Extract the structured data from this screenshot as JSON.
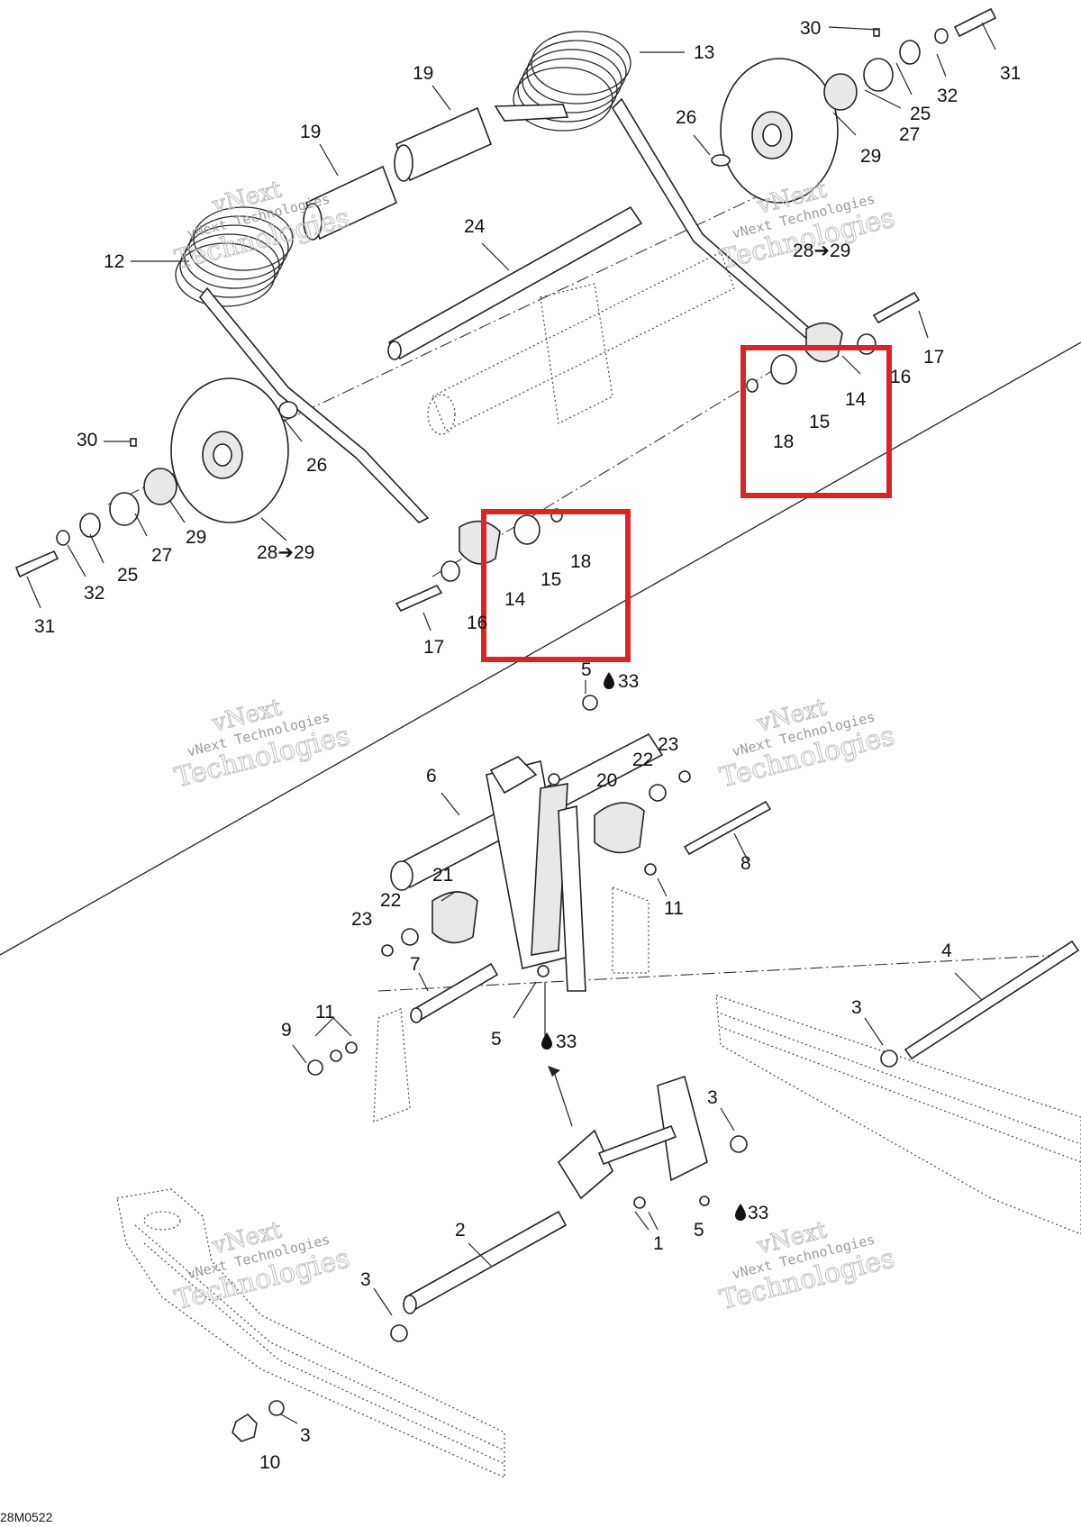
{
  "diagram": {
    "reference_code": "28M0522",
    "watermark": {
      "brand": "vNext",
      "lines": [
        "vNext Technologies",
        "Technologies"
      ]
    },
    "labels": [
      {
        "id": "l30a",
        "text": "30"
      },
      {
        "id": "l31a",
        "text": "31"
      },
      {
        "id": "l32a",
        "text": "32"
      },
      {
        "id": "l25a",
        "text": "25"
      },
      {
        "id": "l27a",
        "text": "27"
      },
      {
        "id": "l29a",
        "text": "29"
      },
      {
        "id": "l13",
        "text": "13"
      },
      {
        "id": "l19a",
        "text": "19"
      },
      {
        "id": "l19b",
        "text": "19"
      },
      {
        "id": "l26a",
        "text": "26"
      },
      {
        "id": "l12",
        "text": "12"
      },
      {
        "id": "l24",
        "text": "24"
      },
      {
        "id": "l2829a",
        "text": "28➔29"
      },
      {
        "id": "l17a",
        "text": "17"
      },
      {
        "id": "l16a",
        "text": "16"
      },
      {
        "id": "l14a",
        "text": "14"
      },
      {
        "id": "l15a",
        "text": "15"
      },
      {
        "id": "l18a",
        "text": "18"
      },
      {
        "id": "l30b",
        "text": "30"
      },
      {
        "id": "l26b",
        "text": "26"
      },
      {
        "id": "l27b",
        "text": "27"
      },
      {
        "id": "l29b",
        "text": "29"
      },
      {
        "id": "l25b",
        "text": "25"
      },
      {
        "id": "l32b",
        "text": "32"
      },
      {
        "id": "l31b",
        "text": "31"
      },
      {
        "id": "l2829b",
        "text": "28➔29"
      },
      {
        "id": "l14b",
        "text": "14"
      },
      {
        "id": "l15b",
        "text": "15"
      },
      {
        "id": "l18b",
        "text": "18"
      },
      {
        "id": "l16b",
        "text": "16"
      },
      {
        "id": "l17b",
        "text": "17"
      },
      {
        "id": "l5a",
        "text": "5"
      },
      {
        "id": "l33a",
        "text": "33"
      },
      {
        "id": "l6",
        "text": "6"
      },
      {
        "id": "l22a",
        "text": "22"
      },
      {
        "id": "l23a",
        "text": "23"
      },
      {
        "id": "l20",
        "text": "20"
      },
      {
        "id": "l8",
        "text": "8"
      },
      {
        "id": "l11a",
        "text": "11"
      },
      {
        "id": "l21",
        "text": "21"
      },
      {
        "id": "l22b",
        "text": "22"
      },
      {
        "id": "l23b",
        "text": "23"
      },
      {
        "id": "l7",
        "text": "7"
      },
      {
        "id": "l11b",
        "text": "11"
      },
      {
        "id": "l9",
        "text": "9"
      },
      {
        "id": "l5b",
        "text": "5"
      },
      {
        "id": "l33b",
        "text": "33"
      },
      {
        "id": "l4",
        "text": "4"
      },
      {
        "id": "l3a",
        "text": "3"
      },
      {
        "id": "l3b",
        "text": "3"
      },
      {
        "id": "l33c",
        "text": "33"
      },
      {
        "id": "l5c",
        "text": "5"
      },
      {
        "id": "l1",
        "text": "1"
      },
      {
        "id": "l2",
        "text": "2"
      },
      {
        "id": "l3c",
        "text": "3"
      },
      {
        "id": "l3d",
        "text": "3"
      },
      {
        "id": "l10",
        "text": "10"
      }
    ]
  }
}
